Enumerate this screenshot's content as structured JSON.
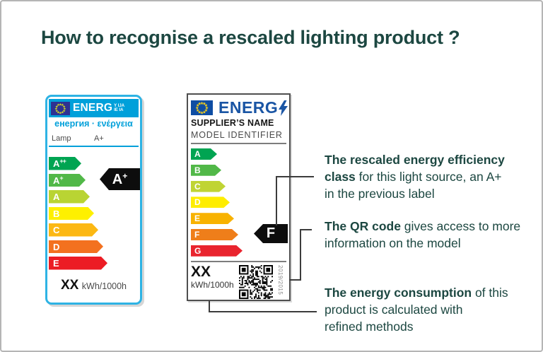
{
  "title": "How to recognise a rescaled lighting product ?",
  "colors": {
    "heading_teal": "#1c4741",
    "old_label_blue": "#00a0da",
    "new_label_blue": "#1a55a4",
    "eu_flag_blue_old": "#2e3192",
    "eu_flag_blue_new": "#0e4da3",
    "connector_gray": "#3c3c3c",
    "black_arrow": "#0d0d0d"
  },
  "old_label": {
    "energ_text": "ENERG",
    "energ_suffix_top": "Y IJA",
    "energ_suffix_bottom": "IE IA",
    "subtitle": "енергия · ενέργεια",
    "product_type": "Lamp",
    "product_class": "A+",
    "classes": [
      {
        "letter": "A",
        "sup": "++",
        "color": "#00a452",
        "width": 46
      },
      {
        "letter": "A",
        "sup": "+",
        "color": "#51b848",
        "width": 52
      },
      {
        "letter": "A",
        "sup": "",
        "color": "#b9d433",
        "width": 58
      },
      {
        "letter": "B",
        "sup": "",
        "color": "#fef000",
        "width": 64
      },
      {
        "letter": "C",
        "sup": "",
        "color": "#fcb813",
        "width": 70
      },
      {
        "letter": "D",
        "sup": "",
        "color": "#f3711f",
        "width": 77
      },
      {
        "letter": "E",
        "sup": "",
        "color": "#ec1c24",
        "width": 83
      }
    ],
    "selected": {
      "letter": "A",
      "sup": "+"
    },
    "consumption_value": "XX",
    "consumption_unit": "kWh/1000h"
  },
  "new_label": {
    "energ_text": "ENERG",
    "supplier": "SUPPLIER’S NAME",
    "model": "MODEL IDENTIFIER",
    "classes": [
      {
        "letter": "A",
        "color": "#00a452",
        "width": 37
      },
      {
        "letter": "B",
        "color": "#51b848",
        "width": 43
      },
      {
        "letter": "C",
        "color": "#c0d434",
        "width": 49
      },
      {
        "letter": "D",
        "color": "#feed00",
        "width": 55
      },
      {
        "letter": "E",
        "color": "#f8b200",
        "width": 61
      },
      {
        "letter": "F",
        "color": "#ef7e1a",
        "width": 67
      },
      {
        "letter": "G",
        "color": "#e9242e",
        "width": 73
      }
    ],
    "selected": "F",
    "consumption_value": "XX",
    "consumption_unit": "kWh/1000h",
    "regulation": "2019/2015"
  },
  "annotations": [
    {
      "lines": [
        {
          "bold": "The rescaled energy efficiency",
          "rest": ""
        },
        {
          "bold": "class",
          "rest": " for this light source, an A+"
        },
        {
          "bold": "",
          "rest": "in the previous label"
        }
      ]
    },
    {
      "lines": [
        {
          "bold": "The QR code",
          "rest": " gives access to more"
        },
        {
          "bold": "",
          "rest": "information on the model"
        }
      ]
    },
    {
      "lines": [
        {
          "bold": "The energy consumption",
          "rest": " of this"
        },
        {
          "bold": "",
          "rest": "product is calculated with"
        },
        {
          "bold": "",
          "rest": "refined methods"
        }
      ]
    }
  ]
}
